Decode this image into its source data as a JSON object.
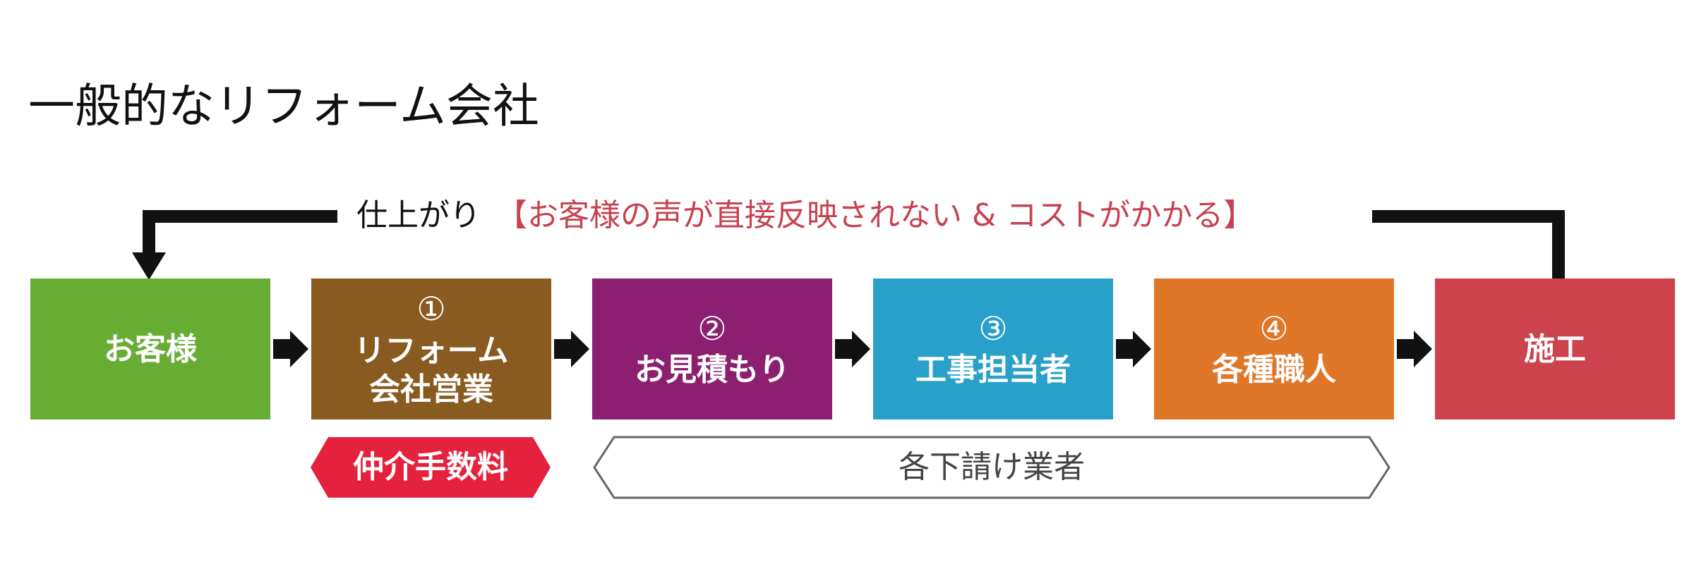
{
  "title": "一般的なリフォーム会社",
  "feedback": {
    "lead": "仕上がり",
    "warning": "【お客様の声が直接反映されない & コストがかかる】"
  },
  "steps": [
    {
      "number": "",
      "lines": [
        "お客様"
      ],
      "color": "#67ad34"
    },
    {
      "number": "①",
      "lines": [
        "リフォーム",
        "会社営業"
      ],
      "color": "#8a5b20"
    },
    {
      "number": "②",
      "lines": [
        "お見積もり"
      ],
      "color": "#8c1f6f"
    },
    {
      "number": "③",
      "lines": [
        "工事担当者"
      ],
      "color": "#29a0c9"
    },
    {
      "number": "④",
      "lines": [
        "各種職人"
      ],
      "color": "#e07628"
    },
    {
      "number": "",
      "lines": [
        "施工"
      ],
      "color": "#cc434e"
    }
  ],
  "tags": {
    "fee": "仲介手数料",
    "subcontractors": "各下請け業者"
  },
  "colors": {
    "fee_tag": "#e5223e",
    "warning_text": "#c7424f",
    "arrow": "#111111",
    "sub_outline": "#666666"
  }
}
